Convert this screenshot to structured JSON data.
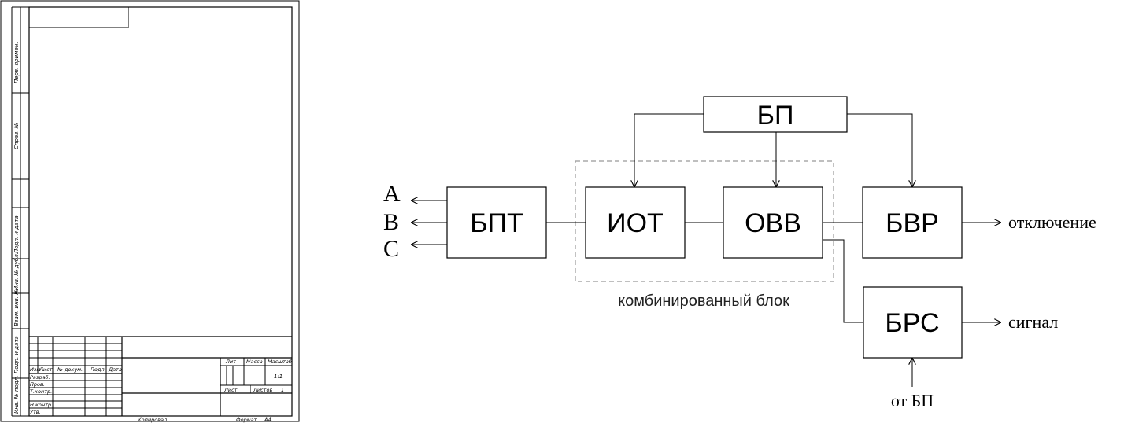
{
  "sheet": {
    "side_labels": [
      "Перв. примен.",
      "Справ. №",
      "Подп. и дата",
      "Инв. № дубл.",
      "Взам. инв. №",
      "Подп. и дата",
      "Инв. № подл."
    ],
    "title_block": {
      "headers": [
        "Изм",
        "Лист",
        "№ докум.",
        "Подп.",
        "Дата"
      ],
      "roles": [
        "Разраб.",
        "Пров.",
        "Т.контр.",
        "",
        "Н.контр.",
        "Утв."
      ],
      "lit": "Лит",
      "mass": "Масса",
      "scale": "Масштаб",
      "scale_value": "1:1",
      "sheet": "Лист",
      "sheets": "Листов",
      "sheets_value": "1",
      "copied": "Копировал",
      "format": "Формат",
      "format_value": "А4"
    }
  },
  "diagram": {
    "inputs": [
      "A",
      "B",
      "C"
    ],
    "blocks": {
      "bpt": "БПТ",
      "iot": "ИОТ",
      "ovv": "ОВВ",
      "bp": "БП",
      "bvr": "БВР",
      "brs": "БРС"
    },
    "combined_label": "комбинированный блок",
    "output_trip": "отключение",
    "output_signal": "сигнал",
    "from_bp": "от БП"
  }
}
